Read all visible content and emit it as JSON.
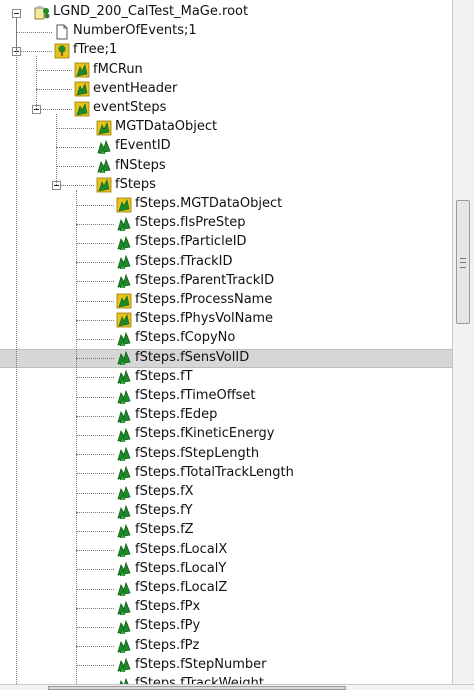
{
  "tree": {
    "rows": [
      {
        "label": "LGND_200_CalTest_MaGe.root",
        "level": 0,
        "icon": "root-file-icon",
        "toggle": true
      },
      {
        "label": "NumberOfEvents;1",
        "level": 1,
        "icon": "document-icon",
        "toggle": false
      },
      {
        "label": "fTree;1",
        "level": 1,
        "icon": "tree-icon",
        "toggle": true
      },
      {
        "label": "fMCRun",
        "level": 2,
        "icon": "branch-folder-icon",
        "toggle": false
      },
      {
        "label": "eventHeader",
        "level": 2,
        "icon": "branch-folder-icon",
        "toggle": false
      },
      {
        "label": "eventSteps",
        "level": 2,
        "icon": "branch-folder-icon",
        "toggle": true
      },
      {
        "label": "MGTDataObject",
        "level": 3,
        "icon": "branch-folder-icon",
        "toggle": false
      },
      {
        "label": "fEventID",
        "level": 3,
        "icon": "leaf-icon",
        "toggle": false
      },
      {
        "label": "fNSteps",
        "level": 3,
        "icon": "leaf-icon",
        "toggle": false
      },
      {
        "label": "fSteps",
        "level": 3,
        "icon": "branch-folder-icon",
        "toggle": true
      },
      {
        "label": "fSteps.MGTDataObject",
        "level": 4,
        "icon": "branch-folder-icon",
        "toggle": false
      },
      {
        "label": "fSteps.fIsPreStep",
        "level": 4,
        "icon": "leaf-icon",
        "toggle": false
      },
      {
        "label": "fSteps.fParticleID",
        "level": 4,
        "icon": "leaf-icon",
        "toggle": false
      },
      {
        "label": "fSteps.fTrackID",
        "level": 4,
        "icon": "leaf-icon",
        "toggle": false
      },
      {
        "label": "fSteps.fParentTrackID",
        "level": 4,
        "icon": "leaf-icon",
        "toggle": false
      },
      {
        "label": "fSteps.fProcessName",
        "level": 4,
        "icon": "branch-folder-icon",
        "toggle": false
      },
      {
        "label": "fSteps.fPhysVolName",
        "level": 4,
        "icon": "branch-folder-icon",
        "toggle": false
      },
      {
        "label": "fSteps.fCopyNo",
        "level": 4,
        "icon": "leaf-icon",
        "toggle": false
      },
      {
        "label": "fSteps.fSensVolID",
        "level": 4,
        "icon": "leaf-icon",
        "toggle": false,
        "selected": true
      },
      {
        "label": "fSteps.fT",
        "level": 4,
        "icon": "leaf-icon",
        "toggle": false
      },
      {
        "label": "fSteps.fTimeOffset",
        "level": 4,
        "icon": "leaf-icon",
        "toggle": false
      },
      {
        "label": "fSteps.fEdep",
        "level": 4,
        "icon": "leaf-icon",
        "toggle": false
      },
      {
        "label": "fSteps.fKineticEnergy",
        "level": 4,
        "icon": "leaf-icon",
        "toggle": false
      },
      {
        "label": "fSteps.fStepLength",
        "level": 4,
        "icon": "leaf-icon",
        "toggle": false
      },
      {
        "label": "fSteps.fTotalTrackLength",
        "level": 4,
        "icon": "leaf-icon",
        "toggle": false
      },
      {
        "label": "fSteps.fX",
        "level": 4,
        "icon": "leaf-icon",
        "toggle": false
      },
      {
        "label": "fSteps.fY",
        "level": 4,
        "icon": "leaf-icon",
        "toggle": false
      },
      {
        "label": "fSteps.fZ",
        "level": 4,
        "icon": "leaf-icon",
        "toggle": false
      },
      {
        "label": "fSteps.fLocalX",
        "level": 4,
        "icon": "leaf-icon",
        "toggle": false
      },
      {
        "label": "fSteps.fLocalY",
        "level": 4,
        "icon": "leaf-icon",
        "toggle": false
      },
      {
        "label": "fSteps.fLocalZ",
        "level": 4,
        "icon": "leaf-icon",
        "toggle": false
      },
      {
        "label": "fSteps.fPx",
        "level": 4,
        "icon": "leaf-icon",
        "toggle": false
      },
      {
        "label": "fSteps.fPy",
        "level": 4,
        "icon": "leaf-icon",
        "toggle": false
      },
      {
        "label": "fSteps.fPz",
        "level": 4,
        "icon": "leaf-icon",
        "toggle": false
      },
      {
        "label": "fSteps.fStepNumber",
        "level": 4,
        "icon": "leaf-icon",
        "toggle": false
      },
      {
        "label": "fSteps.fTrackWeight",
        "level": 4,
        "icon": "leaf-icon",
        "toggle": false
      }
    ]
  },
  "colors": {
    "leaf_green": "#1f8a2a",
    "folder_yellow": "#e8c21e",
    "selection": "#d6d6d6"
  }
}
